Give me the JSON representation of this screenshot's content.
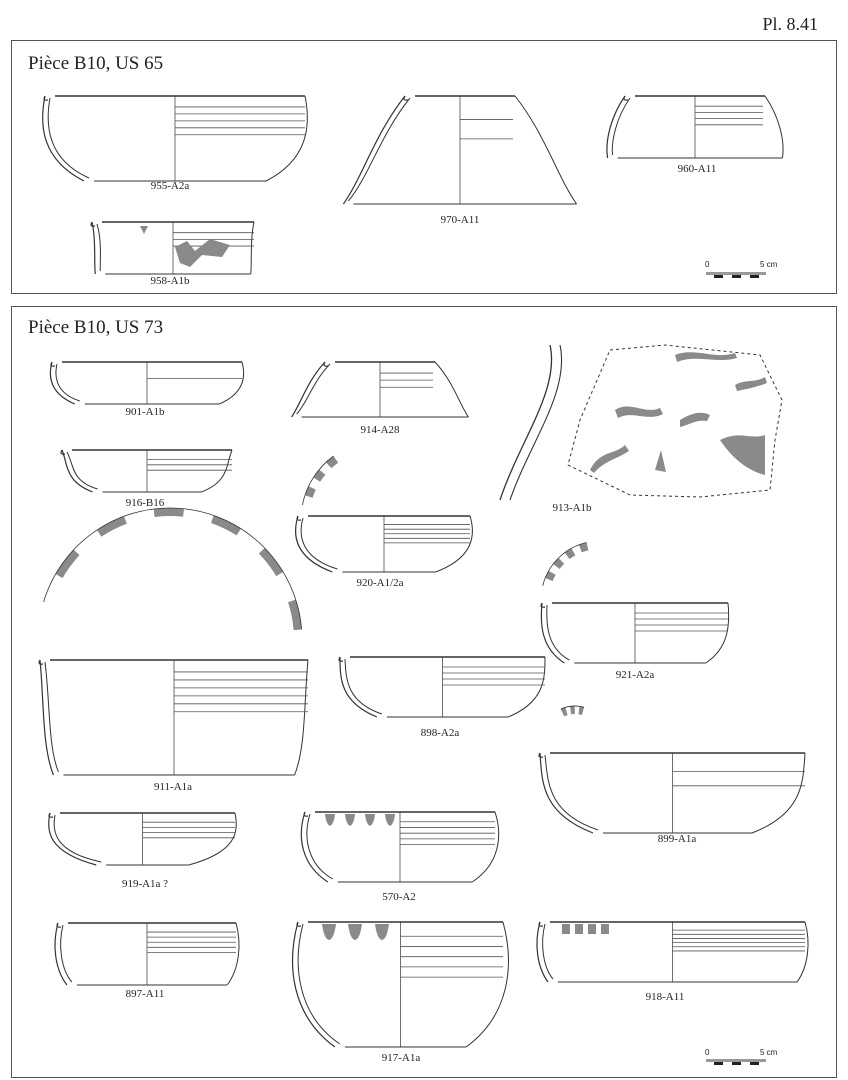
{
  "plate_number": "Pl. 8.41",
  "panels": [
    {
      "title": "Pièce B10, US 65",
      "items": [
        "955-A2a",
        "970-A11",
        "960-A11",
        "958-A1b"
      ],
      "scale": {
        "start": "0",
        "end": "5 cm"
      }
    },
    {
      "title": "Pièce B10, US 73",
      "items": [
        "901-A1b",
        "914-A28",
        "913-A1b",
        "916-B16",
        "920-A1/2a",
        "921-A2a",
        "898-A2a",
        "911-A1a",
        "899-A1a",
        "919-A1a ?",
        "570-A2",
        "897-A11",
        "917-A1a",
        "918-A11"
      ],
      "scale": {
        "start": "0",
        "end": "5 cm"
      }
    }
  ],
  "colors": {
    "line": "#333333",
    "paint": "#8a8a8a",
    "frame": "#555555"
  }
}
